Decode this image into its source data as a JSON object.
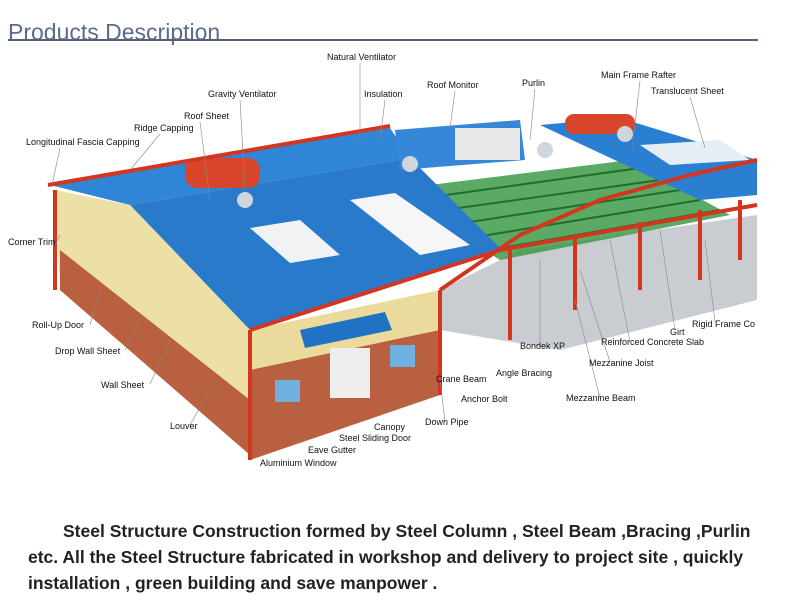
{
  "title": "Products Description",
  "diagram_labels": {
    "natural_ventilator": "Natural Ventilator",
    "gravity_ventilator": "Gravity Ventilator",
    "insulation": "Insulation",
    "roof_monitor": "Roof Monitor",
    "purlin": "Purlin",
    "main_frame_rafter": "Main Frame Rafter",
    "translucent_sheet": "Translucent Sheet",
    "roof_sheet": "Roof Sheet",
    "ridge_capping": "Ridge Capping",
    "longitudinal_fascia_capping": "Longitudinal Fascia Capping",
    "corner_trim": "Corner Trim",
    "roll_up_door": "Roll-Up Door",
    "drop_wall_sheet": "Drop Wall Sheet",
    "wall_sheet": "Wall Sheet",
    "louver": "Louver",
    "canopy": "Canopy",
    "steel_sliding_door": "Steel Sliding Door",
    "eave_gutter": "Eave Gutter",
    "aluminium_window": "Aluminium Window",
    "down_pipe": "Down Pipe",
    "anchor_bolt": "Anchor Bolt",
    "crane_beam": "Crane Beam",
    "angle_bracing": "Angle Bracing",
    "bondek_xp": "Bondek XP",
    "mezzanine_beam": "Mezzanine Beam",
    "mezzanine_joist": "Mezzanine Joist",
    "reinforced_concrete_slab": "Reinforced Concrete Slab",
    "girt": "Girt",
    "rigid_frame_column": "Rigid Frame Co"
  },
  "description": "Steel Structure Construction formed by Steel Column , Steel Beam ,Bracing ,Purlin etc. All the Steel Structure fabricated in workshop and delivery to project site , quickly installation , green building and save manpower ."
}
